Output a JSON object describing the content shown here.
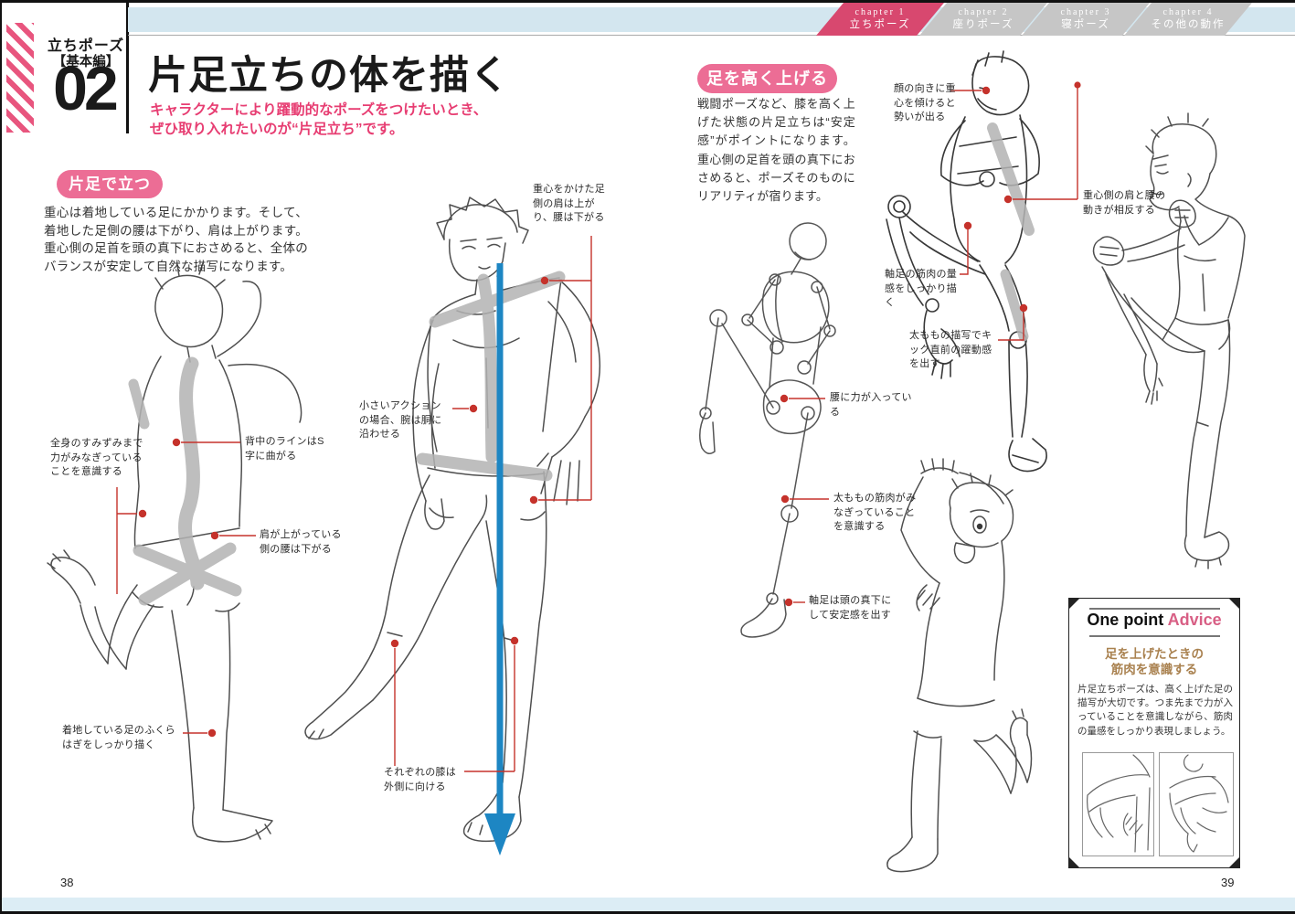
{
  "colors": {
    "accent_pink": "#d8486f",
    "pill_pink": "#ec6d95",
    "subtitle_pink": "#e73d72",
    "light_blue": "#d3e6ef",
    "tab_gray": "#c6c6c6",
    "annotation_red": "#c5322b",
    "guide_blue": "#1d86c3",
    "gesture_gray": "#b3b3b3",
    "advice_tan": "#a9814f"
  },
  "header": {
    "unit_label": "立ちポーズ",
    "unit_sublabel": "【基本編】",
    "unit_number": "02",
    "title": "片足立ちの体を描く",
    "subtitle1": "キャラクターにより躍動的なポーズをつけたいとき、",
    "subtitle2": "ぜひ取り入れたいのが“片足立ち”です。",
    "tabs": [
      {
        "chapter": "chapter 1",
        "label": "立ちポーズ",
        "active": true
      },
      {
        "chapter": "chapter 2",
        "label": "座りポーズ",
        "active": false
      },
      {
        "chapter": "chapter 3",
        "label": "寝ポーズ",
        "active": false
      },
      {
        "chapter": "chapter 4",
        "label": "その他の動作",
        "active": false
      }
    ]
  },
  "left_page": {
    "section_heading": "片足で立つ",
    "body": "重心は着地している足にかかります。そして、着地した足側の腰は下がり、肩は上がります。重心側の足首を頭の真下におさめると、全体のバランスが安定して自然な描写になります。",
    "annotations": [
      {
        "text": "全身のすみずみまで力がみなぎっていることを意識する"
      },
      {
        "text": "背中のラインはS字に曲がる"
      },
      {
        "text": "肩が上がっている側の腰は下がる"
      },
      {
        "text": "着地している足のふくらはぎをしっかり描く"
      },
      {
        "text": "重心をかけた足側の肩は上がり、腰は下がる"
      },
      {
        "text": "小さいアクションの場合、腕は胴に沿わせる"
      },
      {
        "text": "それぞれの膝は外側に向ける"
      }
    ],
    "page_number": "38"
  },
  "right_page": {
    "section_heading": "足を高く上げる",
    "body": "戦闘ポーズなど、膝を高く上げた状態の片足立ちは“安定感”がポイントになります。重心側の足首を頭の真下におさめると、ポーズそのものにリアリティが宿ります。",
    "annotations": [
      {
        "text": "顔の向きに重心を傾けると勢いが出る"
      },
      {
        "text": "重心側の肩と腰の動きが相反する"
      },
      {
        "text": "軸足の筋肉の量感をしっかり描く"
      },
      {
        "text": "太ももの描写でキック直前の躍動感を出す"
      },
      {
        "text": "腰に力が入っている"
      },
      {
        "text": "太ももの筋肉がみなぎっていることを意識する"
      },
      {
        "text": "軸足は頭の真下にして安定感を出す"
      }
    ],
    "advice": {
      "title_main": "One point",
      "title_accent": "Advice",
      "subtitle1": "足を上げたときの",
      "subtitle2": "筋肉を意識する",
      "body": "片足立ちポーズは、高く上げた足の描写が大切です。つま先まで力が入っていることを意識しながら、筋肉の量感をしっかり表現しましょう。"
    },
    "page_number": "39"
  }
}
